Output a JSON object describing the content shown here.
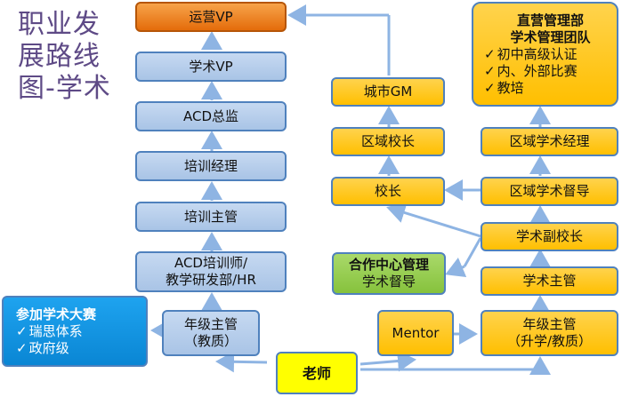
{
  "title": {
    "line1": "职业发",
    "line2": "展路线",
    "line3": "图-学术"
  },
  "left_ladder": {
    "ops_vp": "运营VP",
    "academic_vp": "学术VP",
    "acd_director": "ACD总监",
    "training_manager": "培训经理",
    "training_supervisor": "培训主管",
    "acd_trainer_line1": "ACD培训师/",
    "acd_trainer_line2": "教学研发部/HR",
    "grade_supervisor_line1": "年级主管",
    "grade_supervisor_line2": "（教质）"
  },
  "competition_box": {
    "heading": "参加学术大赛",
    "items": [
      "瑞思体系",
      "政府级"
    ]
  },
  "teacher": "老师",
  "mentor": "Mentor",
  "right_ladder": {
    "grade_supervisor_line1": "年级主管",
    "grade_supervisor_line2": "（升学/教质）",
    "academic_supervisor": "学术主管",
    "deputy_principal": "学术副校长",
    "regional_supervisor": "区域学术督导",
    "regional_manager": "区域学术经理"
  },
  "middle_ladder": {
    "principal": "校长",
    "regional_principal": "区域校长",
    "city_gm": "城市GM"
  },
  "partner_box": {
    "line1": "合作中心管理",
    "line2": "学术督导"
  },
  "direct_box": {
    "heading_line1": "直营管理部",
    "heading_line2": "学术管理团队",
    "items": [
      "初中高级认证",
      "内、外部比赛",
      "教培"
    ]
  }
}
